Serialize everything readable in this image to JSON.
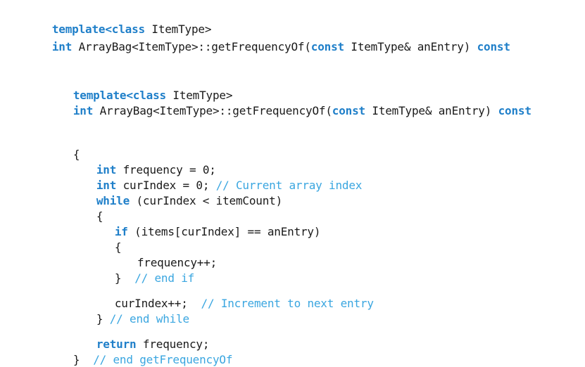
{
  "snippet1": {
    "line1": {
      "kw1": "template",
      "kw2": "<class",
      "rest": " ItemType>"
    },
    "line2": {
      "kw1": "int",
      "mid": " ArrayBag<ItemType>::getFrequencyOf(",
      "kw2": "const",
      "tail": " ItemType& anEntry) ",
      "kw3": "const"
    }
  },
  "snippet2": {
    "line1": {
      "kw1": "template",
      "kw2": "<class",
      "rest": " ItemType>"
    },
    "line2": {
      "kw1": "int",
      "mid": " ArrayBag<ItemType>::getFrequencyOf(",
      "kw2": "const",
      "tail": " ItemType& anEntry) ",
      "kw3": "const"
    },
    "open_brace": "{",
    "freq": {
      "kw": "int",
      "rest": " frequency = 0;"
    },
    "cur": {
      "kw": "int",
      "rest": " curIndex = 0; ",
      "comment": "// Current array index"
    },
    "while_line": {
      "kw": "while",
      "rest": " (curIndex < itemCount)"
    },
    "while_open": "{",
    "if_line": {
      "kw": "if",
      "rest": " (items[curIndex] == anEntry)"
    },
    "if_open": "{",
    "freq_inc": "frequency++;",
    "if_close": {
      "brace": "}",
      "comment": "// end if"
    },
    "cur_inc": {
      "code": "curIndex++;",
      "comment": "// Increment to next entry"
    },
    "while_close": {
      "brace": "}",
      "comment": "// end while"
    },
    "return_line": {
      "kw": "return",
      "rest": " frequency;"
    },
    "close": {
      "brace": "}",
      "comment": "// end getFrequencyOf"
    }
  }
}
